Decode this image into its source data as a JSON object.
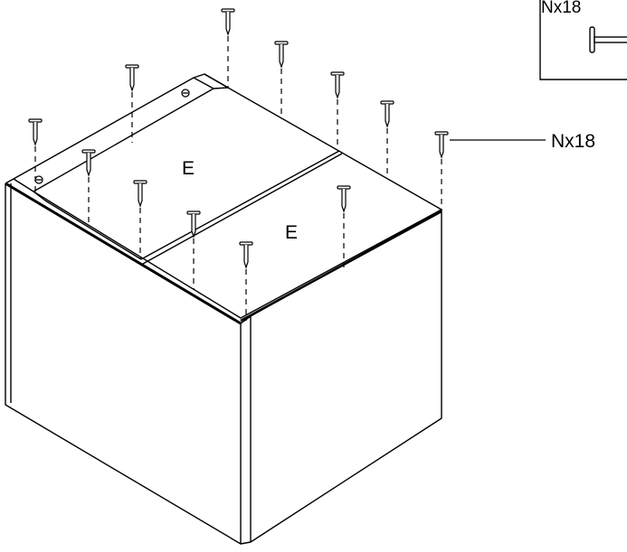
{
  "diagram": {
    "part_labels": [
      "E",
      "E"
    ],
    "callout_label": "Nx18",
    "inset_label": "Nx18",
    "nail_count_shown": 13,
    "line_color": "#000000",
    "background_color": "#ffffff"
  }
}
